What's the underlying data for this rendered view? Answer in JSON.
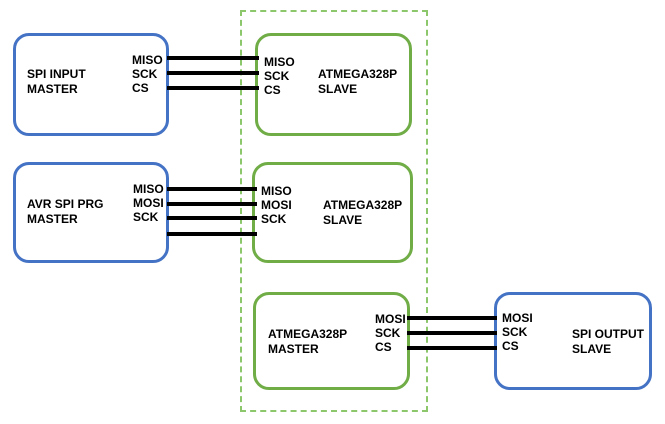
{
  "diagram": {
    "type": "spi-wiring-diagram",
    "colors": {
      "io_master_box_blue": "#4472C4",
      "atmega_box_green": "#70AD47",
      "boundary_dash_green": "#8CC76C",
      "wire_black": "#000000",
      "text_black": "#000000",
      "background": "#FFFFFF"
    },
    "nodes": [
      {
        "id": "spi-input-master",
        "title_line1": "SPI INPUT",
        "title_line2": "MASTER",
        "pins": [
          "MISO",
          "SCK",
          "CS"
        ],
        "pin_side": "right",
        "box_color": "blue",
        "role": "master"
      },
      {
        "id": "atmega328p-slave-1",
        "title_line1": "ATMEGA328P",
        "title_line2": "SLAVE",
        "pins": [
          "MISO",
          "SCK",
          "CS"
        ],
        "pin_side": "left",
        "box_color": "green",
        "role": "slave"
      },
      {
        "id": "avr-spi-prg-master",
        "title_line1": "AVR SPI PRG",
        "title_line2": "MASTER",
        "pins": [
          "MISO",
          "MOSI",
          "SCK"
        ],
        "pin_side": "right",
        "box_color": "blue",
        "role": "master"
      },
      {
        "id": "atmega328p-slave-2",
        "title_line1": "ATMEGA328P",
        "title_line2": "SLAVE",
        "pins": [
          "MISO",
          "MOSI",
          "SCK"
        ],
        "pin_side": "left",
        "box_color": "green",
        "role": "slave"
      },
      {
        "id": "atmega328p-master",
        "title_line1": "ATMEGA328P",
        "title_line2": "MASTER",
        "pins": [
          "MOSI",
          "SCK",
          "CS"
        ],
        "pin_side": "right",
        "box_color": "green",
        "role": "master"
      },
      {
        "id": "spi-output-slave",
        "title_line1": "SPI OUTPUT",
        "title_line2": "SLAVE",
        "pins": [
          "MOSI",
          "SCK",
          "CS"
        ],
        "pin_side": "left",
        "box_color": "blue",
        "role": "slave"
      }
    ],
    "connections": [
      {
        "from": "spi-input-master",
        "to": "atmega328p-slave-1",
        "signals": [
          "MISO",
          "SCK",
          "CS"
        ],
        "wire_count": 3
      },
      {
        "from": "avr-spi-prg-master",
        "to": "atmega328p-slave-2",
        "signals": [
          "MISO",
          "MOSI",
          "SCK"
        ],
        "wire_count": 4,
        "note": "fourth wire visible but unlabeled"
      },
      {
        "from": "atmega328p-master",
        "to": "spi-output-slave",
        "signals": [
          "MOSI",
          "SCK",
          "CS"
        ],
        "wire_count": 3
      }
    ]
  }
}
